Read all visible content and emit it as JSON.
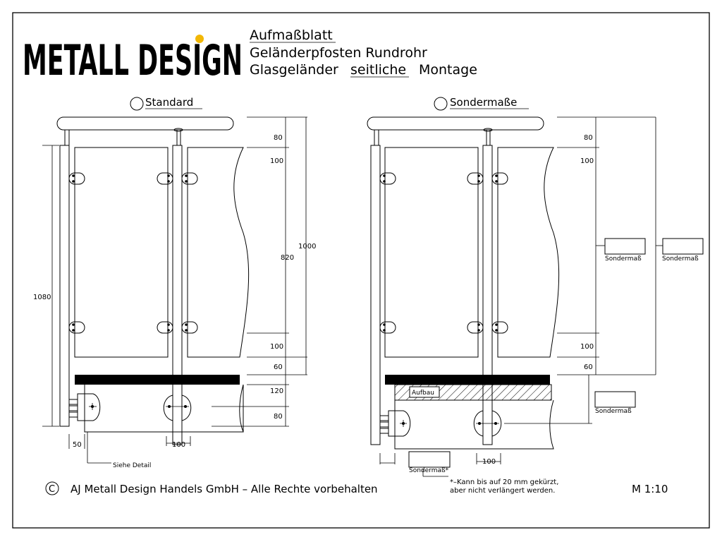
{
  "brand": {
    "name": "METALL DESIGN",
    "text_color": "#1a1a8c",
    "dot_color": "#f2b705"
  },
  "title_block": {
    "line1": "Aufmaßblatt",
    "line2": "Geländerpfosten Rundrohr",
    "line3_prefix": "Glasgeländer",
    "line3_emph": "seitliche",
    "line3_suffix": "Montage"
  },
  "options": {
    "standard": "Standard",
    "custom": "Sondermaße"
  },
  "left_dims": {
    "top_rail_gap": "80",
    "glass_top": "100",
    "glass_height": "820",
    "overall_rail": "1000",
    "glass_bottom": "100",
    "floor_gap": "60",
    "slab_thickness": "120",
    "bolt_offset": "80",
    "post_total": "1080",
    "flange_width": "50",
    "bolt_spacing": "100"
  },
  "right_dims": {
    "top_rail_gap": "80",
    "glass_top": "100",
    "glass_bottom": "100",
    "floor_gap": "60",
    "bolt_spacing": "100"
  },
  "labels": {
    "see_detail": "Siehe Detail",
    "build_up": "Aufbau",
    "custom_size": "Sondermaß",
    "custom_size_star": "Sondermaß*",
    "note_line1": "*–Kann bis auf 20 mm gekürzt,",
    "note_line2": "aber nicht verlängert werden."
  },
  "footer": {
    "copyright_symbol": "C",
    "company": "AJ Metall Design Handels GmbH – Alle Rechte vorbehalten",
    "scale": "M 1:10"
  }
}
